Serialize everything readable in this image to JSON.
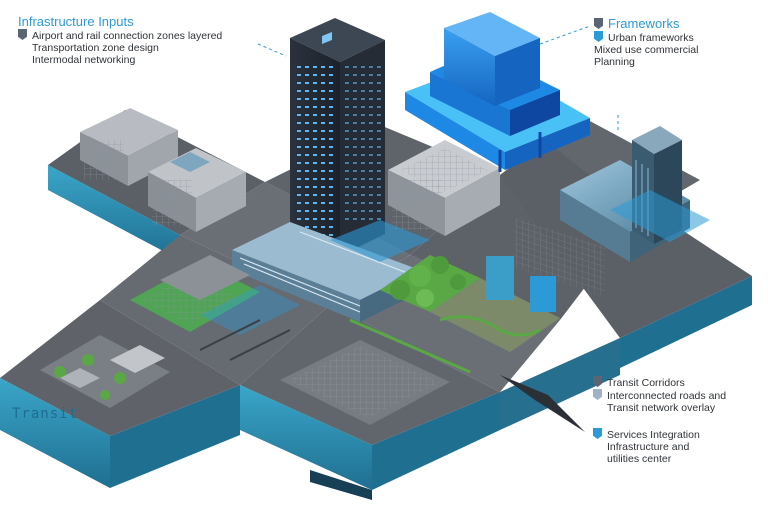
{
  "callouts": {
    "top_left": {
      "title": "Infrastructure Inputs",
      "lines": [
        "Airport and rail connection zones layered",
        "Transportation zone design",
        "Intermodal networking"
      ]
    },
    "top_right": {
      "title": "Frameworks",
      "lines": [
        "Urban frameworks",
        "Mixed use commercial",
        "Planning"
      ]
    },
    "mid_right": {
      "title": "Transit Corridors",
      "lines": [
        "Interconnected roads and",
        "Transit network overlay"
      ]
    },
    "bottom_right": {
      "title": "Services Integration",
      "lines": [
        "Infrastructure and",
        "utilities center"
      ]
    }
  },
  "corner_label": "Transit",
  "colors": {
    "accent_blue": "#2c9ad6",
    "tower_dark": "#2b3340",
    "platform_blue": "#1e88e5",
    "platform_gray": "#5b5f66",
    "side_teal": "#2f8fb3",
    "park_green": "#5aa845"
  },
  "icons": [
    "badge-icon",
    "pointer-icon"
  ]
}
